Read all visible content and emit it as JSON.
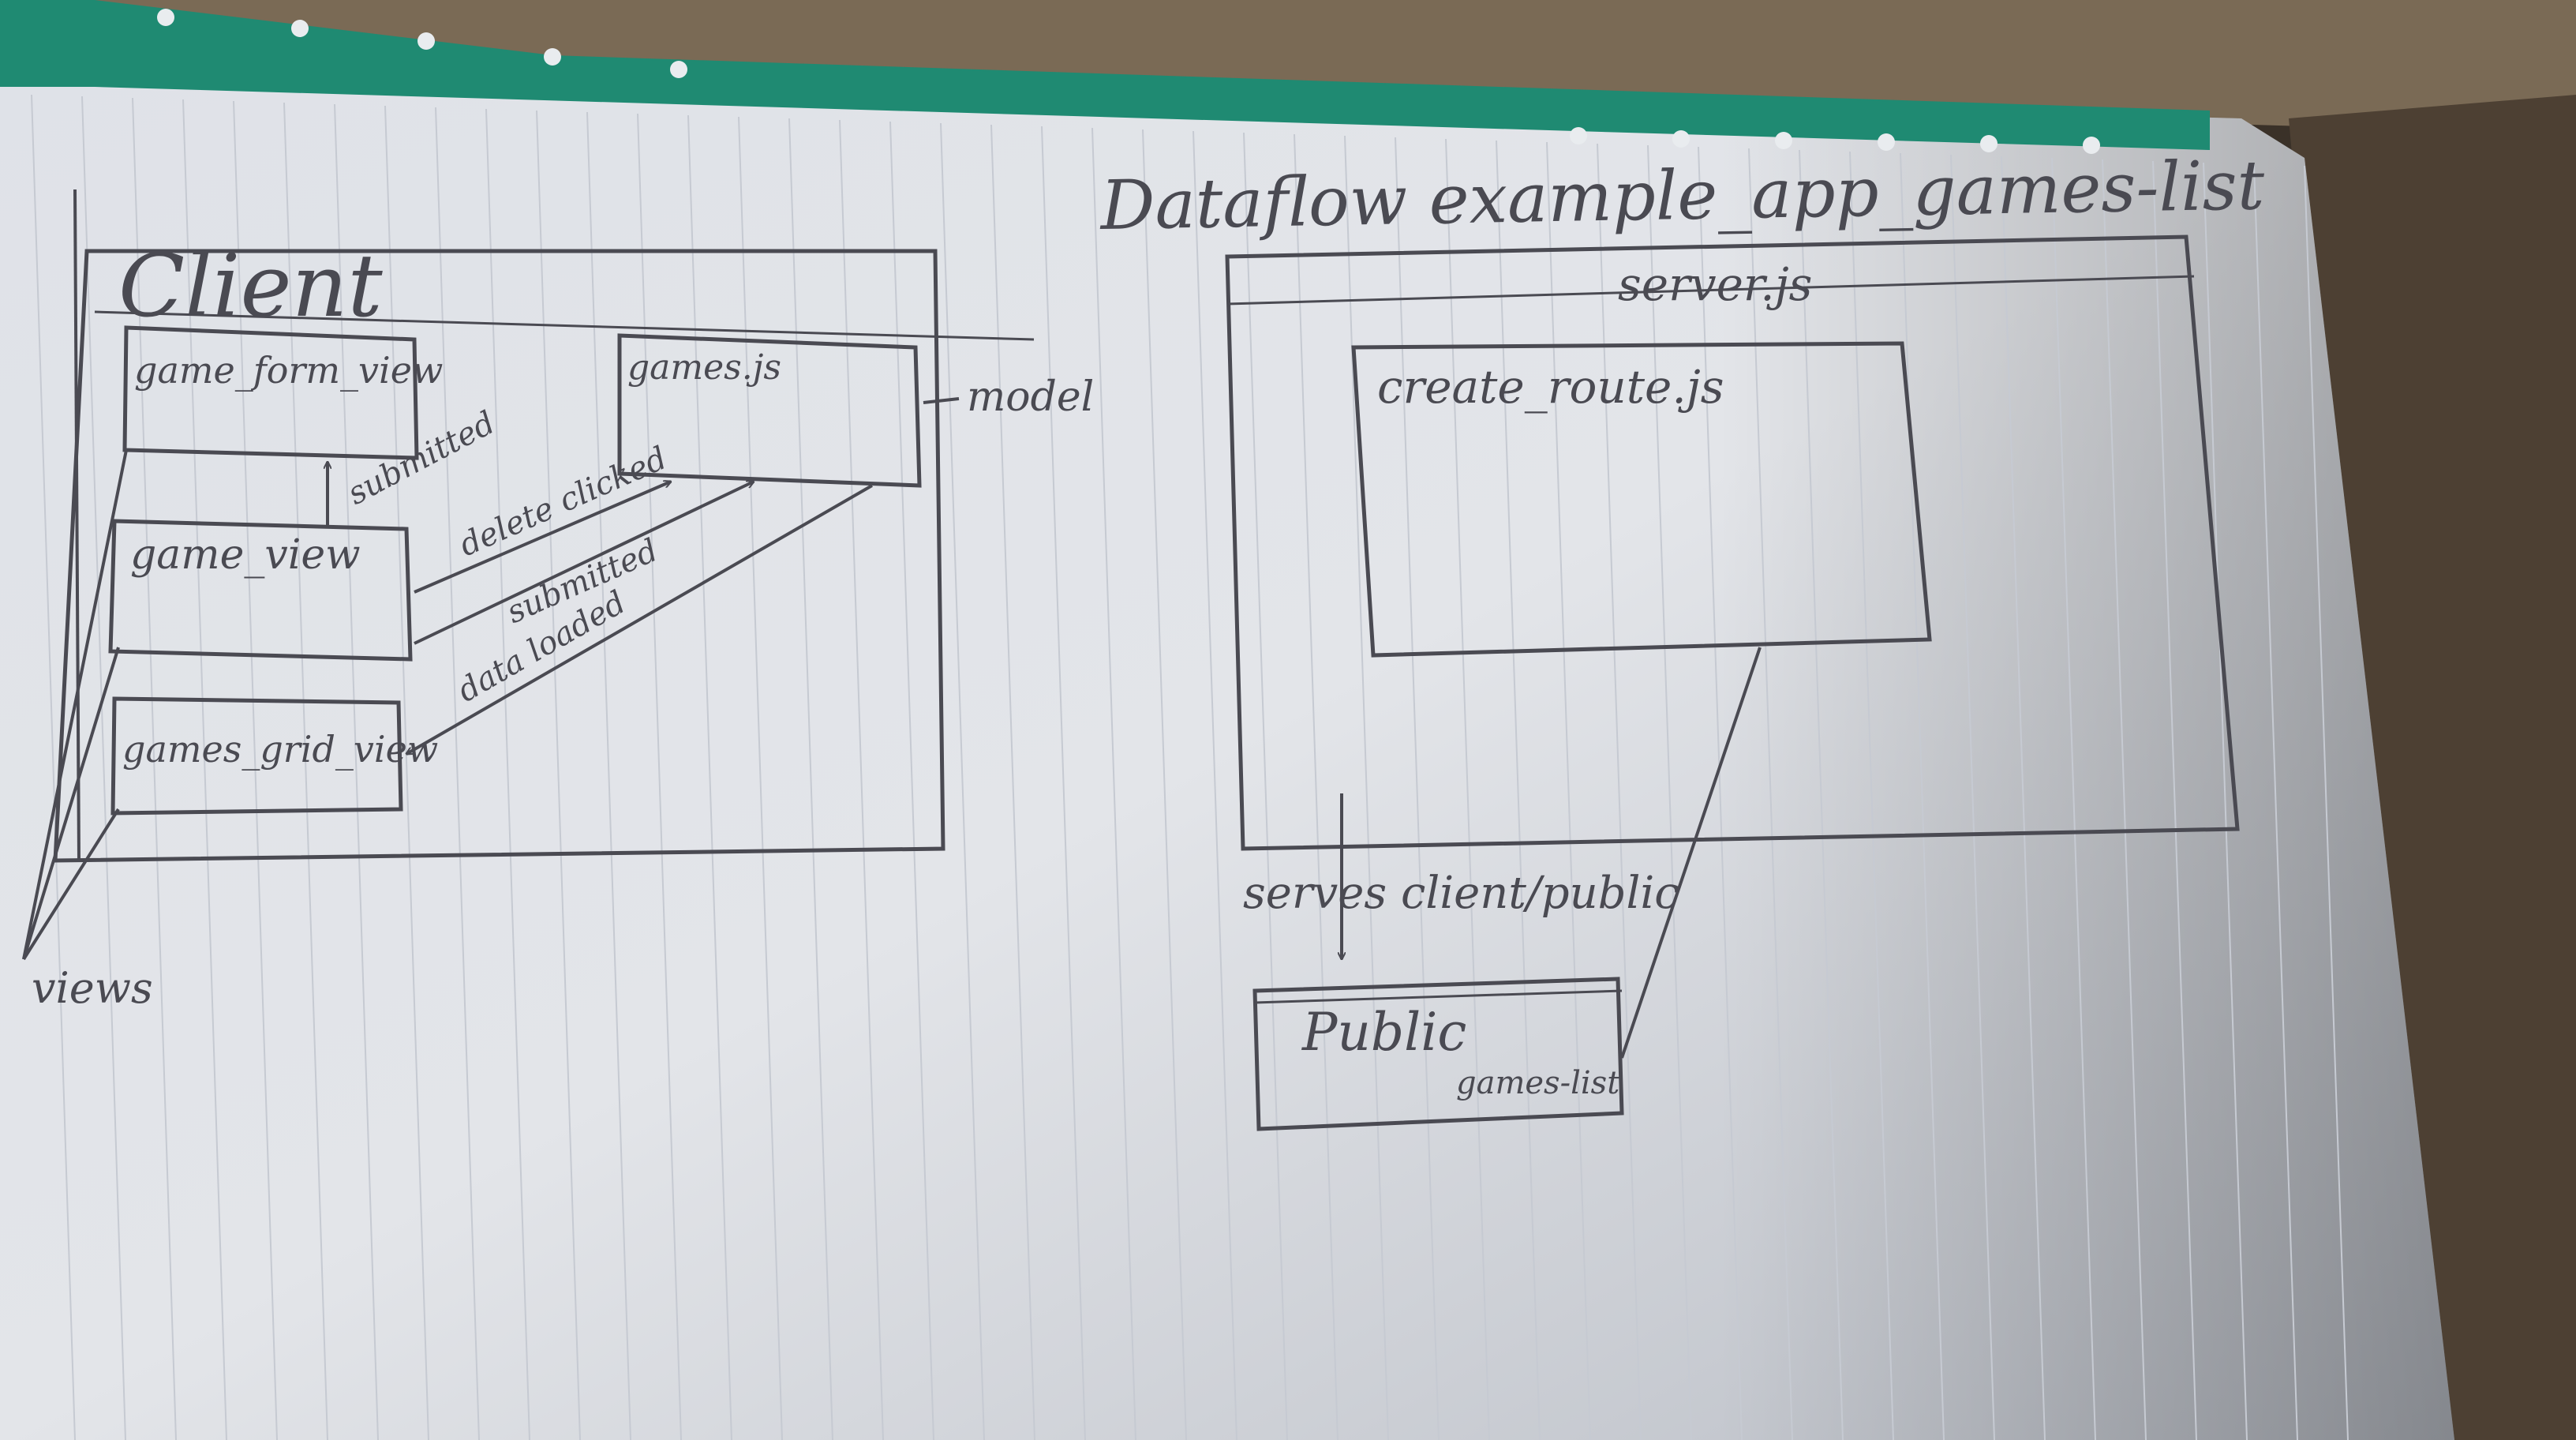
{
  "diagram": {
    "title": "Dataflow example_app_games-list",
    "client": {
      "label": "Client",
      "views": [
        {
          "id": "game_form_view",
          "label": "game_form_view"
        },
        {
          "id": "game_view",
          "label": "game_view"
        },
        {
          "id": "games_grid_view",
          "label": "games_grid_view"
        }
      ],
      "model": {
        "label": "games.js",
        "annotation": "model"
      },
      "views_annotation": "views"
    },
    "edges": [
      {
        "from": "game_view",
        "to": "game_form_view",
        "label": "submitted"
      },
      {
        "from": "game_view",
        "to": "games.js",
        "label": "delete clicked"
      },
      {
        "from": "game_view",
        "to": "games.js",
        "label": "submitted"
      },
      {
        "from": "games.js",
        "to": "games_grid_view",
        "label": "data loaded"
      },
      {
        "from": "server.js",
        "to": "public",
        "label": "serves client/public"
      },
      {
        "from": "create_route.js",
        "to": "games-list",
        "label": ""
      }
    ],
    "server": {
      "label": "server.js",
      "route": {
        "label": "create_route.js"
      },
      "serve_label": "serves client/public"
    },
    "public": {
      "label": "Public",
      "file": "games-list"
    }
  },
  "colors": {
    "paper": "#e2e4e8",
    "ink": "#4a4a52",
    "ruling": "#c6cad2",
    "binder_strip": "#1f8a72",
    "background": "#3a3128"
  }
}
